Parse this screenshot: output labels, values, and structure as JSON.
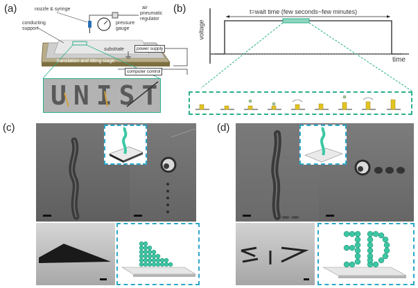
{
  "panel_a": {
    "letter": "(a)",
    "labels": {
      "nozzle_syringe": "nozzle & syringe",
      "air": "air",
      "pneumatic_regulator": "pneumatic\nregulator",
      "pressure_gauge": "pressure\ngauge",
      "conducting_support": "conducting\nsupport",
      "substrate": "substrate",
      "power_supply": "power supply",
      "translation_stage": "translation and tilting stage",
      "computer_control": "computer control"
    },
    "printed_word": "UNIST"
  },
  "panel_b": {
    "letter": "(b)",
    "ylabel": "voltage",
    "xlabel": "time",
    "wait_time_label": "t=wait time (few seconds~few minutes)"
  },
  "panel_c": {
    "letter": "(c)"
  },
  "panel_d": {
    "letter": "(d)"
  },
  "colors": {
    "accent_cyan": "#2aa6c9",
    "accent_green": "#27ae8a",
    "teal_model": "#3cc7a4",
    "yellow_pillar": "#e3c322"
  }
}
